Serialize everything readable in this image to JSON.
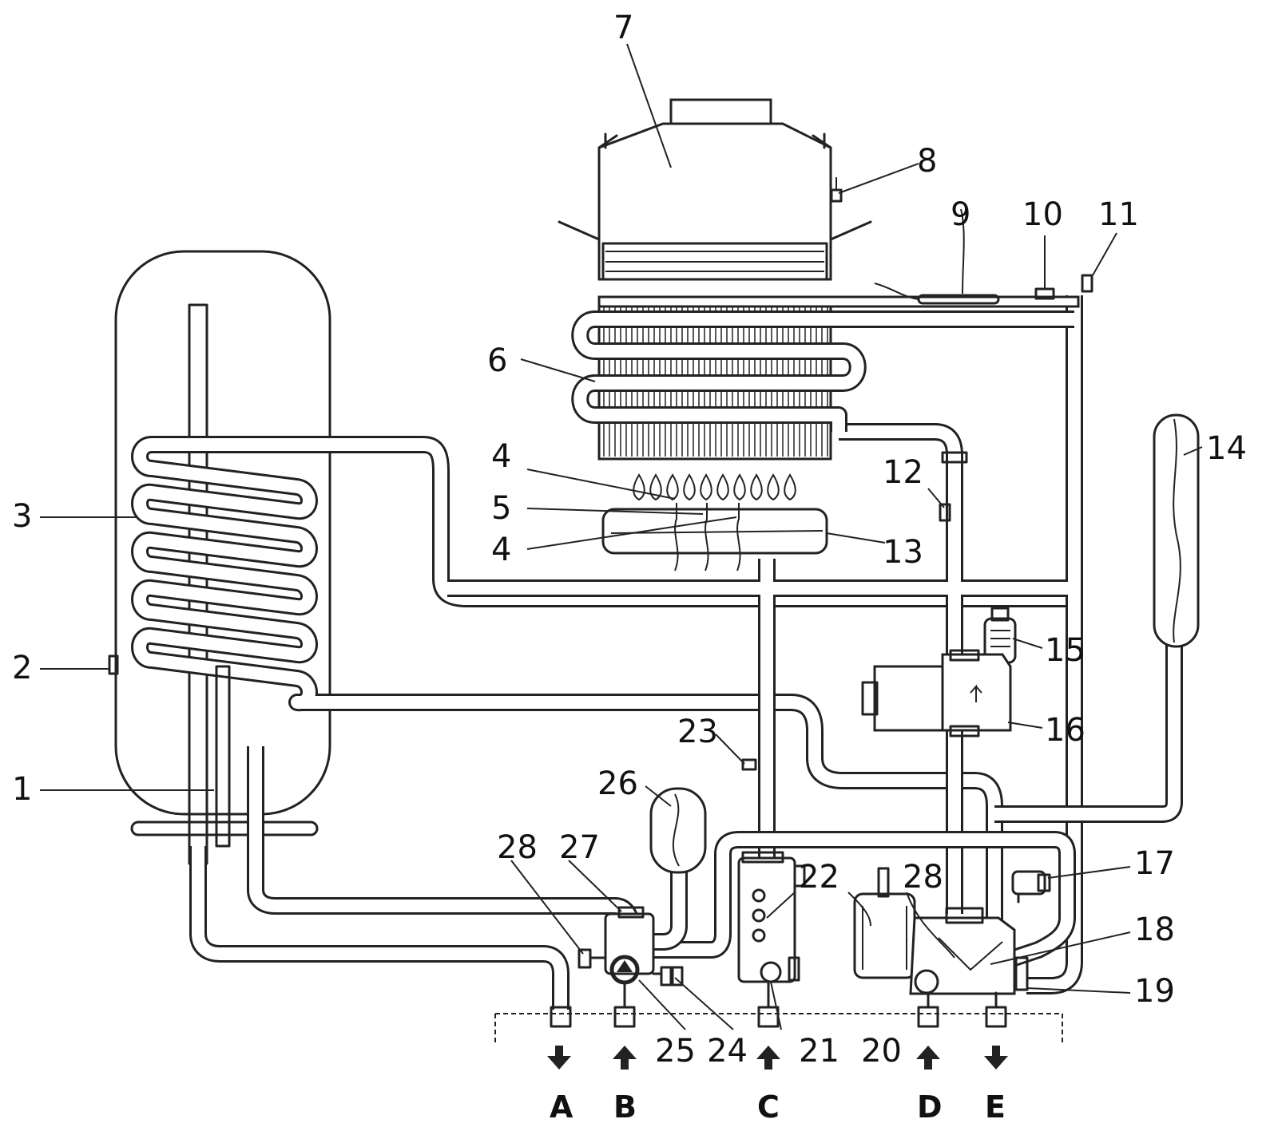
{
  "labels": {
    "l1": "1",
    "l2": "2",
    "l3": "3",
    "l4a": "4",
    "l4b": "4",
    "l5": "5",
    "l6": "6",
    "l7": "7",
    "l8": "8",
    "l9": "9",
    "l10": "10",
    "l11": "11",
    "l12": "12",
    "l13": "13",
    "l14": "14",
    "l15": "15",
    "l16": "16",
    "l17": "17",
    "l18": "18",
    "l19": "19",
    "l20": "20",
    "l21": "21",
    "l22": "22",
    "l23": "23",
    "l24": "24",
    "l25": "25",
    "l26": "26",
    "l27": "27",
    "l28a": "28",
    "l28b": "28"
  },
  "connections": {
    "a": "A",
    "b": "B",
    "c": "C",
    "d": "D",
    "e": "E"
  }
}
